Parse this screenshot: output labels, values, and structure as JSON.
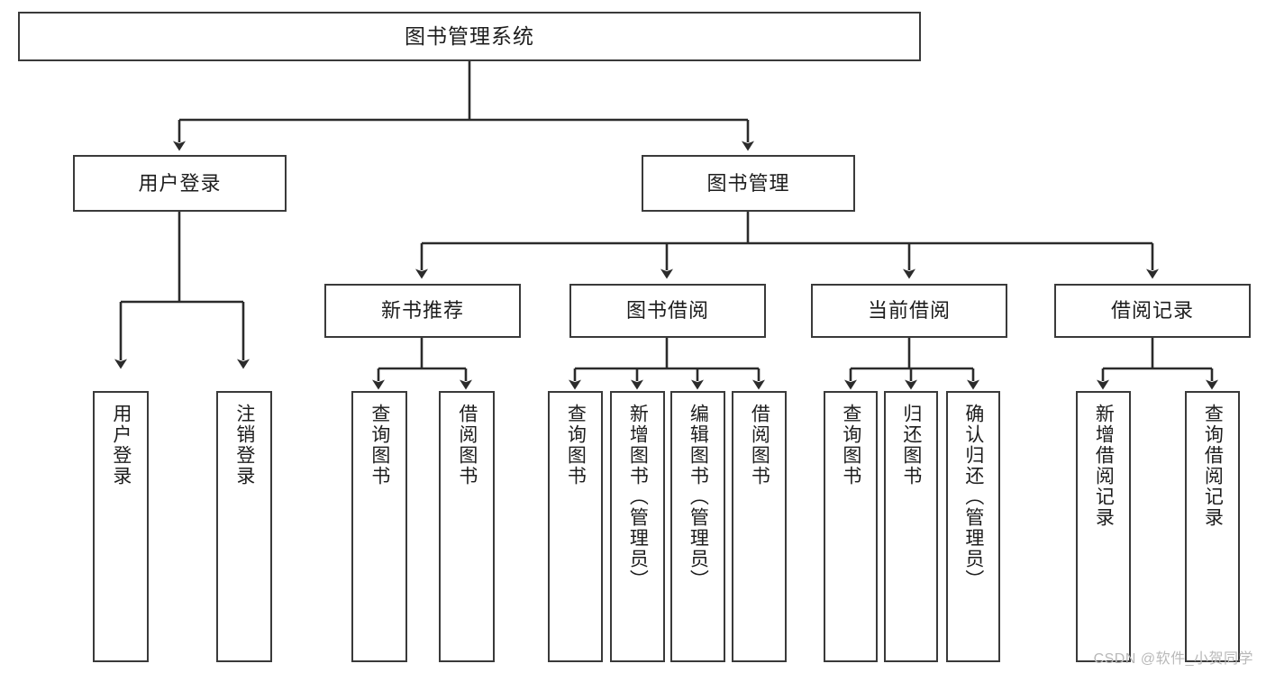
{
  "diagram": {
    "type": "tree-hierarchy",
    "title": "图书管理系统",
    "watermark": "CSDN @软件_小贺同学",
    "colors": {
      "box_border": "#3a3a3a",
      "box_fill": "#ffffff",
      "connector": "#2b2b2b",
      "text": "#1d1d1d",
      "watermark": "#b9b9b9"
    },
    "levels": {
      "root": "图书管理系统",
      "level2": [
        "用户登录",
        "图书管理"
      ],
      "level3": [
        "新书推荐",
        "图书借阅",
        "当前借阅",
        "借阅记录"
      ]
    },
    "nodes": {
      "root": {
        "label": "图书管理系统"
      },
      "user_login": {
        "label": "用户登录"
      },
      "book_manage": {
        "label": "图书管理"
      },
      "new_book_rec": {
        "label": "新书推荐"
      },
      "book_borrow": {
        "label": "图书借阅"
      },
      "current_borrow": {
        "label": "当前借阅"
      },
      "borrow_record": {
        "label": "借阅记录"
      }
    },
    "leaves": {
      "user_login": [
        {
          "label": "用户登录"
        },
        {
          "label": "注销登录"
        }
      ],
      "new_book_rec": [
        {
          "label": "查询图书"
        },
        {
          "label": "借阅图书"
        }
      ],
      "book_borrow": [
        {
          "label": "查询图书"
        },
        {
          "label": "新增图书（管理员）"
        },
        {
          "label": "编辑图书（管理员）"
        },
        {
          "label": "借阅图书"
        }
      ],
      "current_borrow": [
        {
          "label": "查询图书"
        },
        {
          "label": "归还图书"
        },
        {
          "label": "确认归还（管理员）"
        }
      ],
      "borrow_record": [
        {
          "label": "新增借阅记录"
        },
        {
          "label": "查询借阅记录"
        }
      ]
    }
  }
}
